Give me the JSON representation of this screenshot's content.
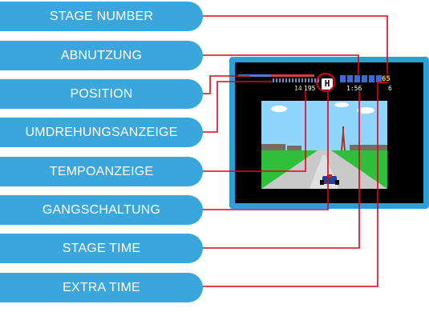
{
  "labels": [
    "STAGE NUMBER",
    "ABNUTZUNG",
    "POSITION",
    "UMDREHUNGSANZEIGE",
    "TEMPOANZEIGE",
    "GANGSCHALTUNG",
    "STAGE TIME",
    "EXTRA TIME"
  ],
  "hud": {
    "stage_number": "65",
    "position": "14",
    "speed": "195",
    "stage_time": "1:56",
    "extra_time": "6"
  },
  "gear_letter": "H",
  "colors": {
    "label_bg": "#3aa6dc",
    "frame": "#2aa0d8",
    "leader_line": "#e3001b"
  }
}
